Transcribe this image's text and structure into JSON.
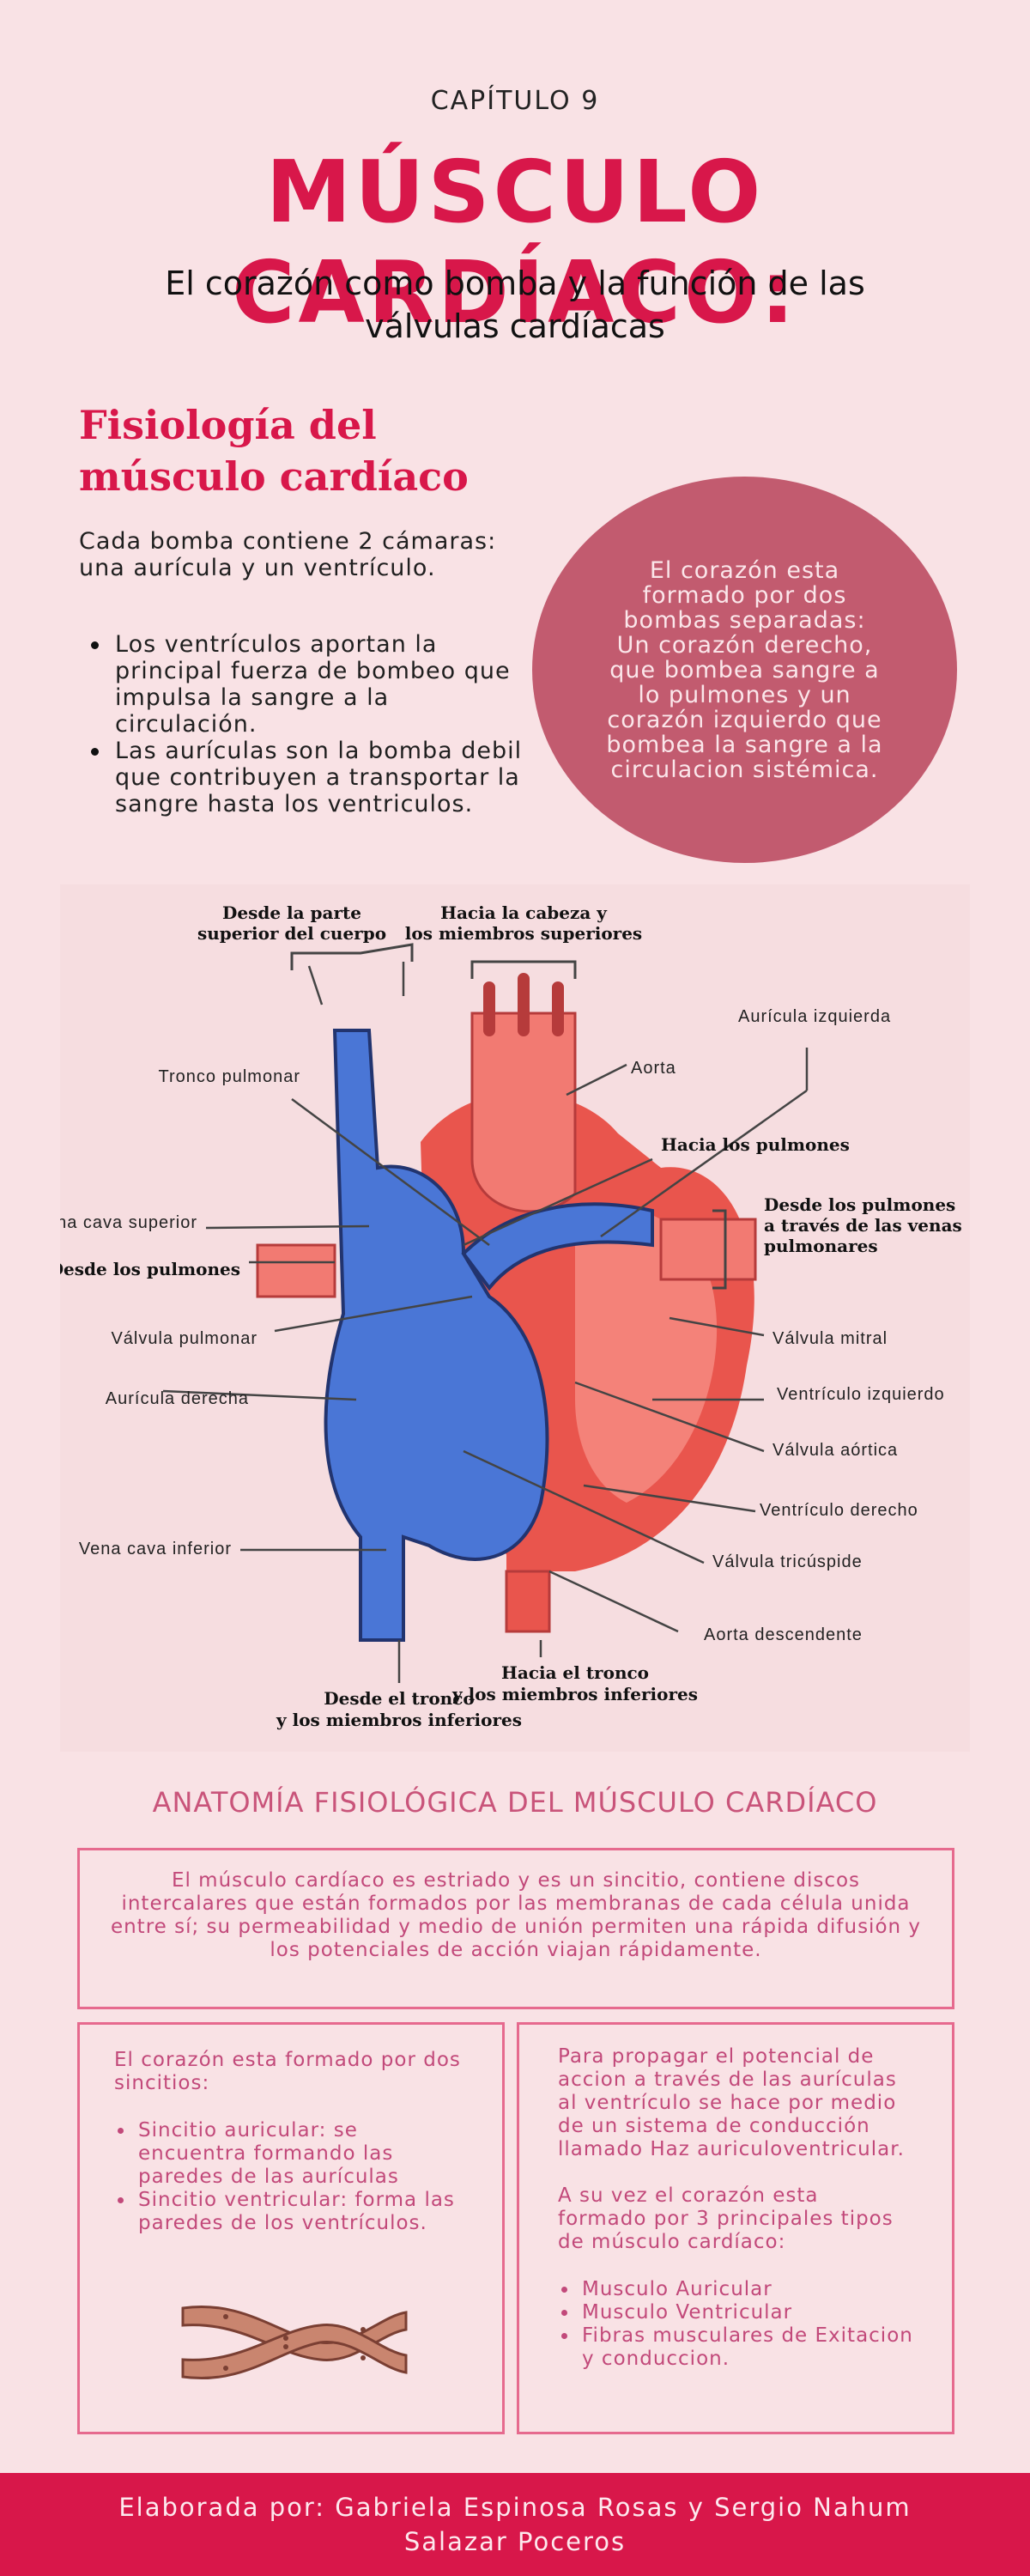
{
  "header": {
    "chapter": "CAPÍTULO 9",
    "title": "MÚSCULO CARDÍACO:",
    "subtitle": "El corazón como bomba y la función de las válvulas cardíacas"
  },
  "physiology": {
    "title": "Fisiología del músculo cardíaco",
    "intro": "Cada bomba contiene 2 cámaras: una aurícula y un ventrículo.",
    "bullets": [
      "Los ventrículos aportan la principal fuerza de bombeo que impulsa la sangre a la circulación.",
      "Las aurículas son la bomba debil que contribuyen a transportar la sangre hasta los ventriculos."
    ],
    "circle_text": "El corazón esta formado por dos bombas separadas: Un corazón derecho, que bombea sangre a lo pulmones y un corazón izquierdo que bombea la sangre a la circulacion sistémica."
  },
  "diagram": {
    "labels": {
      "superior_body": "Desde la parte superior del cuerpo",
      "head_limbs": "Hacia la cabeza y los miembros superiores",
      "left_atrium": "Aurícula izquierda",
      "pulmonary_trunk": "Tronco pulmonar",
      "aorta": "Aorta",
      "to_lungs": "Hacia los pulmones",
      "from_lungs_veins": "Desde los pulmones a través de las venas pulmonares",
      "superior_vena_cava": "Vena cava superior",
      "from_lungs": "Desde los pulmones",
      "pulmonary_valve": "Válvula pulmonar",
      "mitral_valve": "Válvula mitral",
      "right_atrium": "Aurícula derecha",
      "left_ventricle": "Ventrículo izquierdo",
      "aortic_valve": "Válvula aórtica",
      "right_ventricle": "Ventrículo derecho",
      "inferior_vena_cava": "Vena cava inferior",
      "tricuspid_valve": "Válvula tricúspide",
      "descending_aorta": "Aorta descendente",
      "trunk_lower_limbs": "Desde el tronco y los miembros inferiores",
      "to_trunk": "Hacia el tronco y los miembros inferiores"
    }
  },
  "anatomy": {
    "title": "ANATOMÍA FISIOLÓGICA DEL MÚSCULO CARDÍACO",
    "summary": "El músculo cardíaco es estriado y es un sincitio, contiene discos intercalares que están formados por las membranas de cada célula unida entre sí; su permeabilidad y medio de unión permiten una rápida difusión y los potenciales de acción viajan rápidamente.",
    "left_box": {
      "intro": "El corazón esta formado por dos sincitios:",
      "items": [
        "Sincitio auricular: se encuentra formando las paredes de las aurículas",
        "Sincitio ventricular: forma las paredes de los ventrículos."
      ]
    },
    "right_box": {
      "para1": "Para propagar el potencial de accion a través de las aurículas al ventrículo se hace por medio de un sistema de conducción llamado Haz auriculoventricular.",
      "para2": "A su vez el corazón esta formado por 3 principales tipos de músculo cardíaco:",
      "items": [
        "Musculo Auricular",
        "Musculo Ventricular",
        "Fibras musculares de Exitacion y conduccion."
      ]
    }
  },
  "footer": {
    "credit": "Elaborada por: Gabriela Espinosa Rosas y Sergio Nahum Salazar Poceros"
  },
  "colors": {
    "background": "#f9e2e5",
    "accent": "#d8174a",
    "circle": "#c25b6f",
    "box_border": "#e66a8e",
    "box_text": "#c2497a"
  }
}
